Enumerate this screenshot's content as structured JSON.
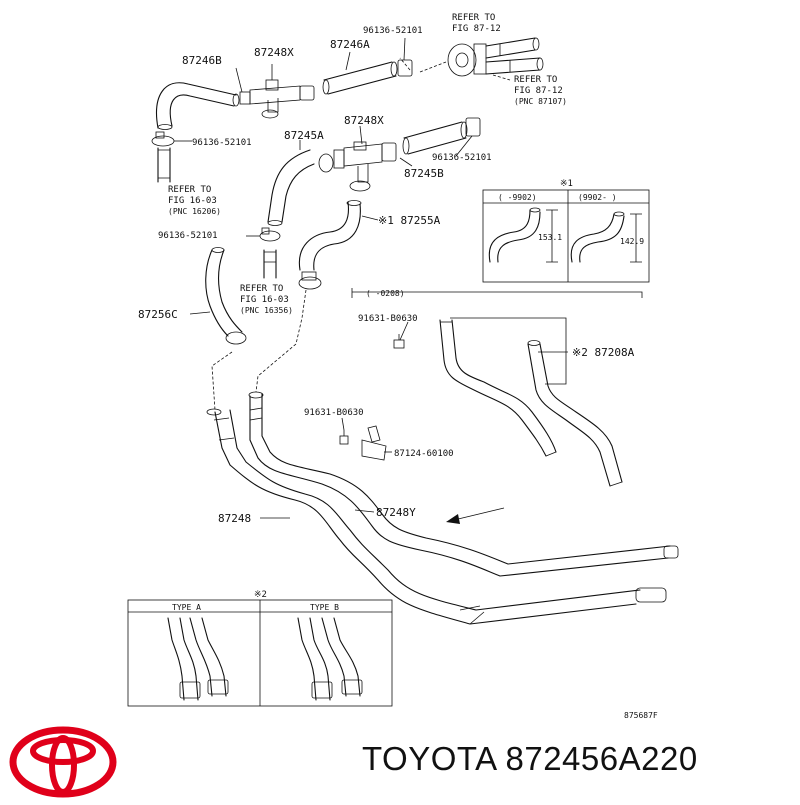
{
  "labels": {
    "p87246b": "87246B",
    "p87248x_top": "87248X",
    "p87246a": "87246A",
    "p96136_top": "96136-52101",
    "ref_fig87_top_1": "REFER TO",
    "ref_fig87_top_2": "FIG 87-12",
    "ref_fig87_r_1": "REFER TO",
    "ref_fig87_r_2": "FIG 87-12",
    "ref_fig87_r_3": "(PNC 87107)",
    "p96136_left": "96136-52101",
    "p87245a": "87245A",
    "p87248x_mid": "87248X",
    "p96136_mid": "96136-52101",
    "p87245b": "87245B",
    "ref_fig16_a_1": "REFER TO",
    "ref_fig16_a_2": "FIG 16-03",
    "ref_fig16_a_3": "(PNC 16206)",
    "p87255a": "※1 87255A",
    "p96136_lower": "96136-52101",
    "ref_fig16_b_1": "REFER TO",
    "ref_fig16_b_2": "FIG 16-03",
    "ref_fig16_b_3": "(PNC 16356)",
    "p87256c": "87256C",
    "p91631_top": "91631-B0630",
    "p87208a": "※2 87208A",
    "p91631_mid": "91631-B0630",
    "p87124": "87124-60100",
    "p87248y": "87248Y",
    "p87248": "87248",
    "range_0208": "(  -0208)",
    "inset1_mark": "※1",
    "inset1_left_head": "(   -9902)",
    "inset1_right_head": "(9902-   )",
    "inset1_dim_left": "153.1",
    "inset1_dim_right": "142.9",
    "inset2_mark": "※2",
    "type_a": "TYPE A",
    "type_b": "TYPE B",
    "figure_id": "875687F"
  },
  "caption": {
    "brand": "TOYOTA",
    "part_number": "872456A220"
  },
  "logo": {
    "name": "toyota-logo",
    "color": "#e0001a"
  }
}
